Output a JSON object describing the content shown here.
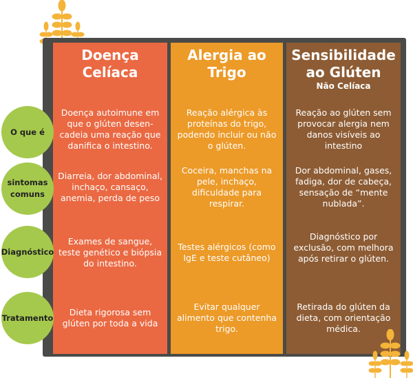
{
  "columns": [
    {
      "title_line1": "Doença",
      "title_line2": "Celíaca",
      "subtitle": "",
      "cells": [
        "Doença autoimune em que o glúten desen-cadeia uma reação que danifica o intestino.",
        "Diarreia, dor abdominal, inchaço, cansaço, anemia, perda de peso",
        "Exames de sangue, teste genético e biópsia do intestino.",
        "Dieta rigorosa sem glúten por toda a vida"
      ]
    },
    {
      "title_line1": "Alergia ao",
      "title_line2": "Trigo",
      "subtitle": "",
      "cells": [
        "Reação alérgica às proteínas do trigo, podendo incluir ou não o glúten.",
        "Coceira, manchas na pele, inchaço, dificuldade para respirar.",
        "Testes alérgicos (como IgE e teste cutâneo)",
        "Evitar qualquer alimento que contenha trigo."
      ]
    },
    {
      "title_line1": "Sensibilidade",
      "title_line2": "ao Glúten",
      "subtitle": "Não Celíaca",
      "cells": [
        "Reação ao glúten sem provocar alergia nem danos visíveis ao intestino",
        "Dor abdominal, gases, fadiga, dor de cabeça, sensação de “mente nublada”.",
        "Diagnóstico por exclusão, com melhora após retirar o glúten.",
        "Retirada do glúten da dieta, com orientação médica."
      ]
    }
  ],
  "rows": [
    "O que é",
    "sintomas comuns",
    "Diagnóstico",
    "Tratamento"
  ],
  "colors": {
    "col1": "#ea6943",
    "col2": "#ec9a28",
    "col3": "#8d5c34",
    "board": "#4a4a48",
    "circle": "#a5c94d",
    "wheat": "#f4b43a"
  }
}
